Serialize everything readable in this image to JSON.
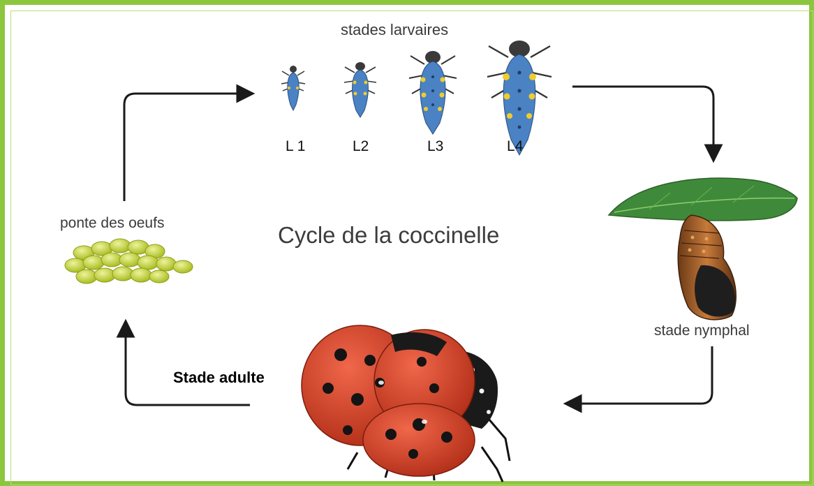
{
  "diagram": {
    "title": "Cycle de la coccinelle",
    "larval_stages_title": "stades larvaires",
    "larval_stages": [
      "L 1",
      "L2",
      "L3",
      "L4"
    ],
    "eggs_label": "ponte des oeufs",
    "nymph_label": "stade nymphal",
    "adult_label": "Stade adulte"
  },
  "colors": {
    "frame": "#8cc63f",
    "arrow": "#1a1a1a",
    "egg": "#c4d63c",
    "larva_body": "#4a82c4",
    "larva_spots": "#f0cd2a",
    "leaf": "#3f8a3a",
    "pupa": "#a35c28",
    "ladybug": "#d9422a"
  },
  "icons": [
    "egg-cluster",
    "larva",
    "leaf",
    "pupa",
    "ladybug"
  ]
}
